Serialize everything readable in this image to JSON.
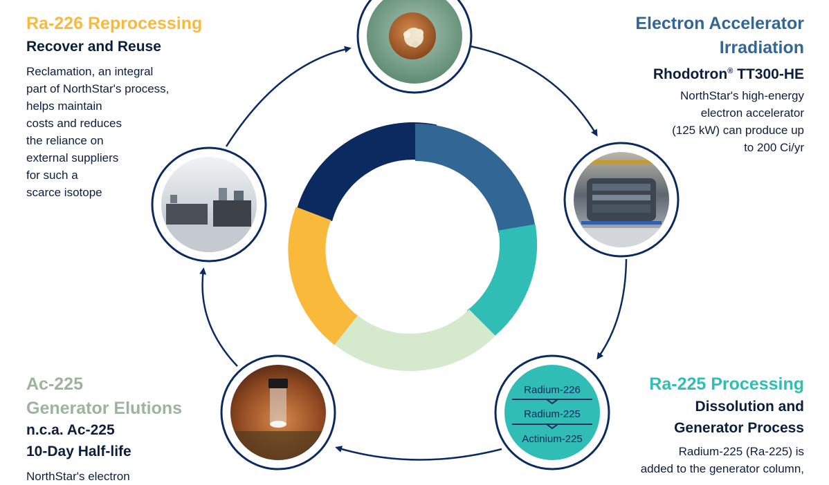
{
  "colors": {
    "navy": "#0b2a60",
    "steel_blue": "#326694",
    "teal": "#2fbdb6",
    "pale_green": "#d5e9cd",
    "yellow": "#f9b93b",
    "sage": "#9bb59b",
    "dark_text": "#0a1e3f"
  },
  "ra226": {
    "title": "Ra-226 Reprocessing",
    "subtitle": "Recover and Reuse",
    "body": "Reclamation, an integral\npart of NorthStar's process,\nhelps maintain\ncosts and reduces\nthe reliance on\nexternal suppliers\nfor such a\nscarce isotope"
  },
  "accelerator": {
    "title": "Electron Accelerator\nIrradiation",
    "subtitle_main": "Rhodotron",
    "subtitle_reg": "®",
    "subtitle_model": " TT300-HE",
    "body": "NorthStar's high-energy\nelectron accelerator\n(125 kW) can produce up\nto 200 Ci/yr"
  },
  "ra225": {
    "title": "Ra-225 Processing",
    "subtitle": "Dissolution and\nGenerator Process",
    "body": "Radium-225 (Ra-225) is\nadded to the generator column,"
  },
  "ac225": {
    "title": "Ac-225\nGenerator Elutions",
    "subtitle": "n.c.a. Ac-225\n10-Day Half-life",
    "body": "NorthStar's electron"
  },
  "decay_chain": {
    "item1": "Radium-226",
    "item2": "Radium-225",
    "item3": "Actinium-225"
  },
  "icons": {
    "top": "radium-sample-photo",
    "right": "rhodotron-accelerator-photo",
    "bottom_right": "decay-chain-icon",
    "bottom_left": "ac225-vial-photo",
    "left": "laboratory-photo"
  }
}
